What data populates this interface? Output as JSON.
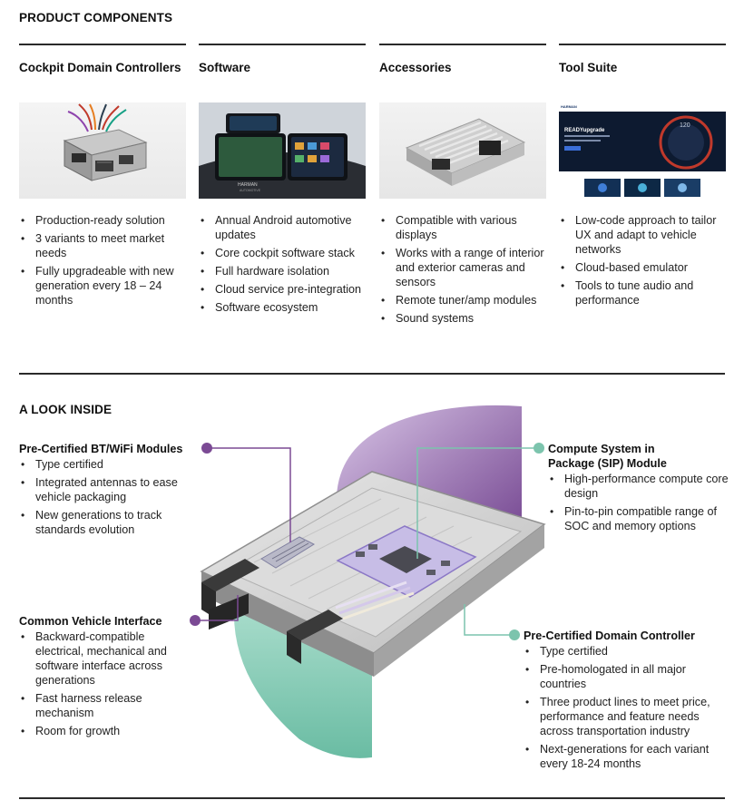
{
  "section1": {
    "title": "PRODUCT COMPONENTS"
  },
  "columns": [
    {
      "title": "Cockpit Domain Controllers",
      "image": "controller-box-image",
      "bullets": [
        "Production-ready solution",
        "3 variants to meet market needs",
        "Fully upgradeable with new generation every 18 – 24 months"
      ]
    },
    {
      "title": "Software",
      "image": "cockpit-display-image",
      "bullets": [
        "Annual Android automotive updates",
        "Core cockpit software stack",
        "Full hardware isolation",
        "Cloud service pre-integration",
        "Software ecosystem"
      ]
    },
    {
      "title": "Accessories",
      "image": "accessory-module-image",
      "bullets": [
        "Compatible with various displays",
        "Works with a range of interior and exterior cameras and sensors",
        "Remote tuner/amp modules",
        "Sound systems"
      ]
    },
    {
      "title": "Tool Suite",
      "image": "tool-suite-screenshot-image",
      "bullets": [
        "Low-code approach to tailor UX and adapt to vehicle networks",
        "Cloud-based emulator",
        "Tools to tune audio and performance"
      ]
    }
  ],
  "tool_suite_image": {
    "brand": "HARMAN",
    "headline": "READYupgrade",
    "gauge": "120"
  },
  "software_image": {
    "brand": "HARMAN",
    "sub": "AUTOMOTIVE"
  },
  "section2": {
    "title": "A LOOK INSIDE"
  },
  "callouts": {
    "bt_wifi": {
      "title": "Pre-Certified BT/WiFi Modules",
      "bullets": [
        "Type certified",
        "Integrated antennas to ease vehicle packaging",
        "New generations to track standards evolution"
      ]
    },
    "vehicle_interface": {
      "title": "Common Vehicle Interface",
      "bullets": [
        "Backward-compatible electrical, mechanical and software interface across generations",
        "Fast harness release mechanism",
        "Room for growth"
      ]
    },
    "sip": {
      "title": "Compute System in Package (SIP) Module",
      "bullets": [
        "High-performance compute core design",
        "Pin-to-pin compatible range of SOC and memory options"
      ]
    },
    "domain_controller": {
      "title": "Pre-Certified Domain Controller",
      "bullets": [
        "Type certified",
        "Pre-homologated in all major countries",
        "Three product lines to meet price, performance and feature needs across transportation industry",
        "Next-generations for each variant every 18-24 months"
      ]
    }
  },
  "colors": {
    "purple": "#7b4a94",
    "teal": "#7cc4ad",
    "rule": "#2a2a2a"
  }
}
